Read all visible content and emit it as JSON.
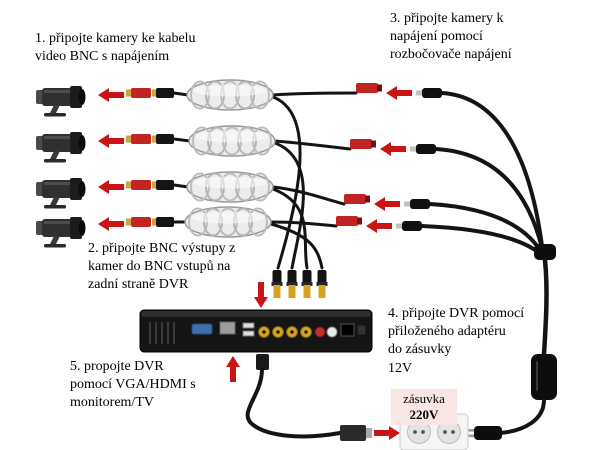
{
  "title": "CCTV DVR connection diagram",
  "steps": {
    "step1": "1. připojte kamery ke kabelu\nvideo BNC s napájením",
    "step2": "2. připojte BNC výstupy z\nkamer do BNC vstupů na\nzadní straně DVR",
    "step3": "3. připojte kamery k\nnapájení pomocí\nrozbočovače napájení",
    "step4": "4. připojte DVR pomocí\npřiloženého adaptéru\ndo zásuvky\n12V",
    "step5": "5. propojte DVR\npomocí VGA/HDMI s\nmonitorem/TV"
  },
  "outlet": {
    "line1": "zásuvka",
    "line2": "220V"
  },
  "colors": {
    "arrow_red": "#c81414",
    "cable_black": "#141414",
    "connector_red": "#c42323",
    "bnc_gold": "#d7a21f",
    "coil_gray": "#ececec",
    "background": "#ffffff"
  }
}
